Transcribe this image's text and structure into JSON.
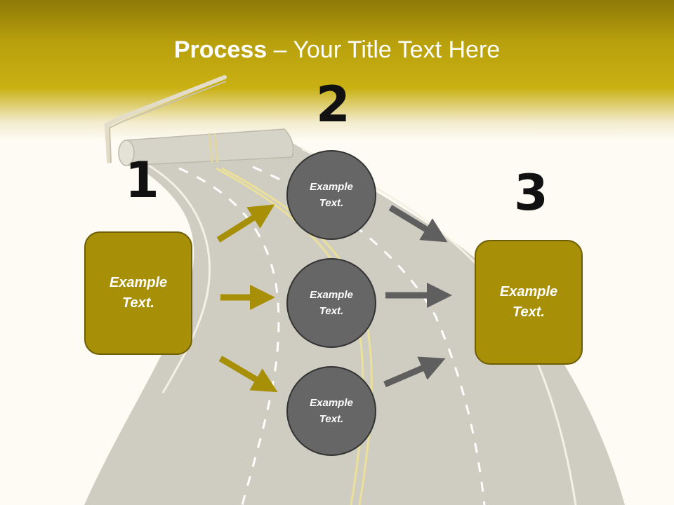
{
  "title": {
    "bold": "Process",
    "rest": " – Your Title Text Here"
  },
  "steps": [
    {
      "number": "1",
      "box_text": "Example\nText."
    },
    {
      "number": "2",
      "circles": [
        "Example\nText.",
        "Example\nText.",
        "Example\nText."
      ]
    },
    {
      "number": "3",
      "box_text": "Example\nText."
    }
  ],
  "colors": {
    "accent": "#a78f08",
    "circle": "#666666",
    "arrow_gold": "#a78f08",
    "arrow_gray": "#5f5f5f",
    "road": "#cfccc1"
  }
}
